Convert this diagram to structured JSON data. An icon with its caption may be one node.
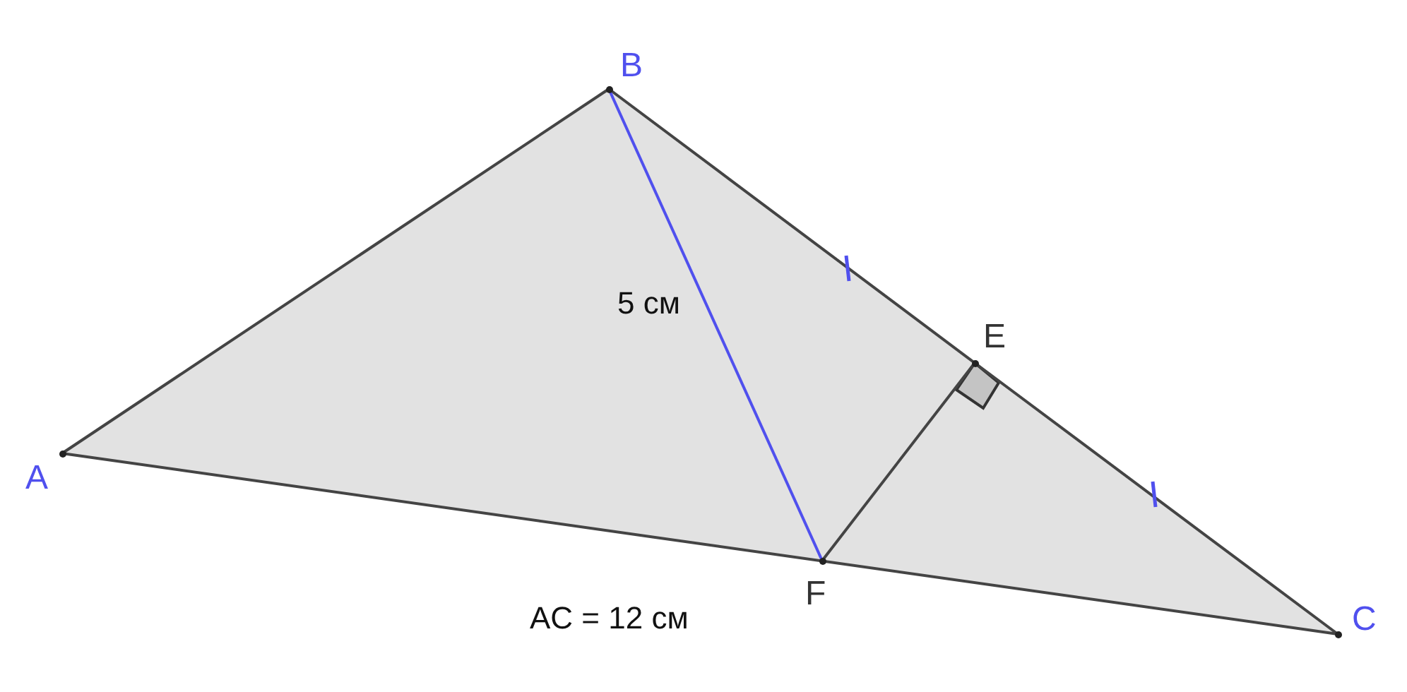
{
  "diagram": {
    "nodes": [
      {
        "text": [
          "A"
        ]
      },
      {
        "text": [
          "B"
        ]
      },
      {
        "text": [
          "C"
        ]
      },
      {
        "text": [
          "E"
        ]
      },
      {
        "text": [
          "F"
        ]
      }
    ],
    "edges": [
      {
        "from": 0,
        "to": 1,
        "arrow": "none"
      },
      {
        "from": 1,
        "to": 3,
        "arrow": "none"
      },
      {
        "from": 3,
        "to": 2,
        "arrow": "none"
      },
      {
        "from": 2,
        "to": 0,
        "arrow": "none"
      },
      {
        "from": 1,
        "to": 4,
        "arrow": "none",
        "label": "5 см",
        "color": "#5050ee"
      },
      {
        "from": 4,
        "to": 3,
        "arrow": "none"
      }
    ],
    "labels": [
      "AC = 12 см"
    ]
  }
}
